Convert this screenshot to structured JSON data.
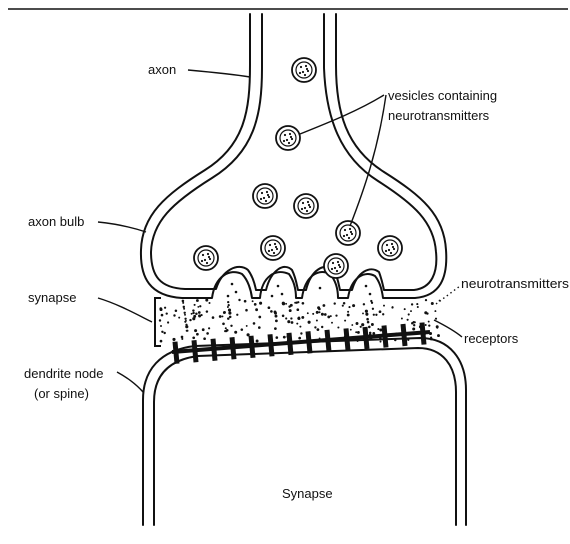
{
  "labels": {
    "axon": "axon",
    "vesicles": "vesicles containing",
    "vesicles_line2": "neurotransmitters",
    "axon_bulb": "axon bulb",
    "neurotransmitters": "neurotransmitters",
    "synapse": "synapse",
    "receptors": "receptors",
    "dendrite": "dendrite node",
    "dendrite_line2": "(or spine)",
    "caption": "Synapse"
  },
  "colors": {
    "ink": "#111111",
    "background": "#ffffff"
  }
}
